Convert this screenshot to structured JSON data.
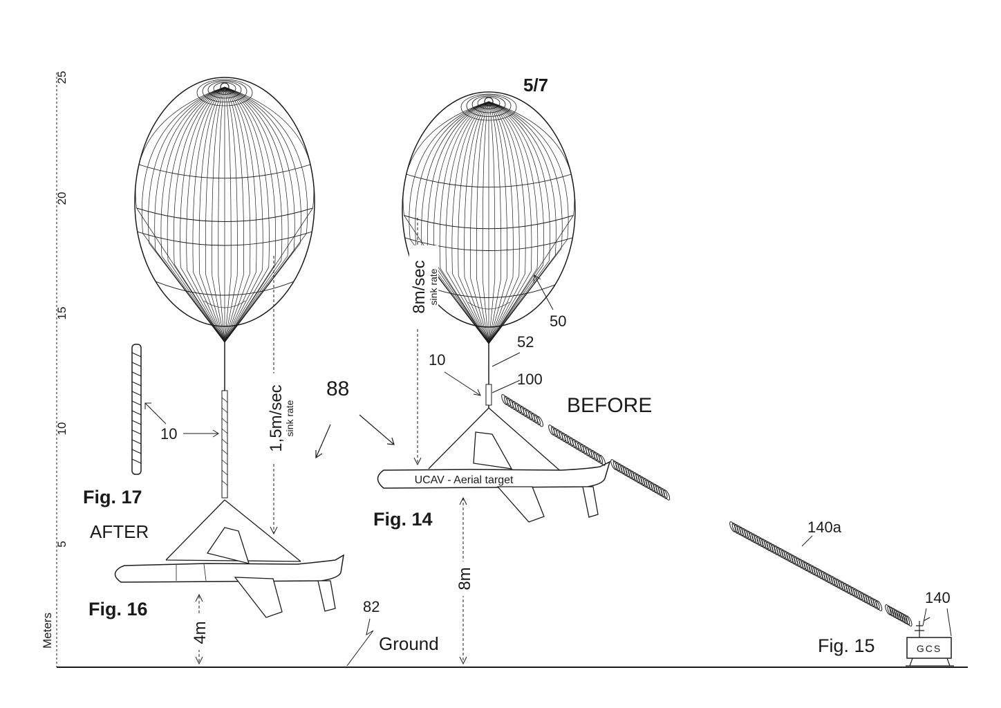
{
  "sheet_number": "5/7",
  "axis": {
    "unit_label": "Meters",
    "ticks": [
      "25",
      "20",
      "15",
      "10",
      "5"
    ]
  },
  "figures": {
    "fig14": {
      "label": "Fig. 14",
      "state": "BEFORE",
      "sink_rate_value": "8m/sec",
      "sink_rate_note": "sink rate",
      "body_text": "UCAV - Aerial target",
      "height_label": "8m"
    },
    "fig15": {
      "label": "Fig. 15",
      "station_text": "GCS"
    },
    "fig16": {
      "label": "Fig. 16",
      "state": "AFTER",
      "sink_rate_value": "1,5m/sec",
      "sink_rate_note": "sink rate",
      "height_label": "4m"
    },
    "fig17": {
      "label": "Fig. 17"
    }
  },
  "reference_numerals": {
    "ref_10_left": "10",
    "ref_10_right": "10",
    "ref_50": "50",
    "ref_52": "52",
    "ref_100": "100",
    "ref_88": "88",
    "ref_82": "82",
    "ref_140": "140",
    "ref_140a": "140a"
  },
  "ground_label": "Ground"
}
